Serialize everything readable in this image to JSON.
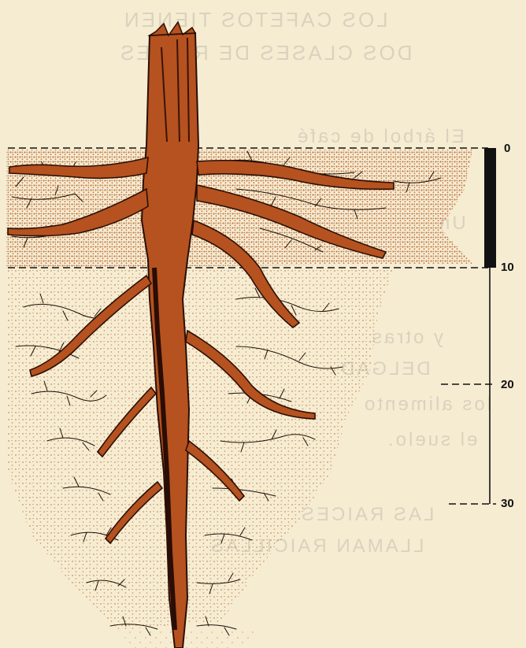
{
  "scale": {
    "labels": [
      "0",
      "10",
      "20",
      "30"
    ]
  },
  "bleed_through": {
    "lines": [
      "LOS CAFETOS TIENEN",
      "DOS CLASES DE RAICES",
      "El árbol de café",
      "Un",
      "y otras",
      "DELGAD",
      "los alimento",
      "el suelo.",
      "LAS RAICES",
      "LLAMAN RAICILLAS"
    ]
  },
  "colors": {
    "paper": "#f6ecd2",
    "root": "#b5521f",
    "root_shadow": "#3a1408",
    "soil_dots": "#c9753e",
    "ink": "#111111",
    "topsoil_bar": "#111111"
  }
}
